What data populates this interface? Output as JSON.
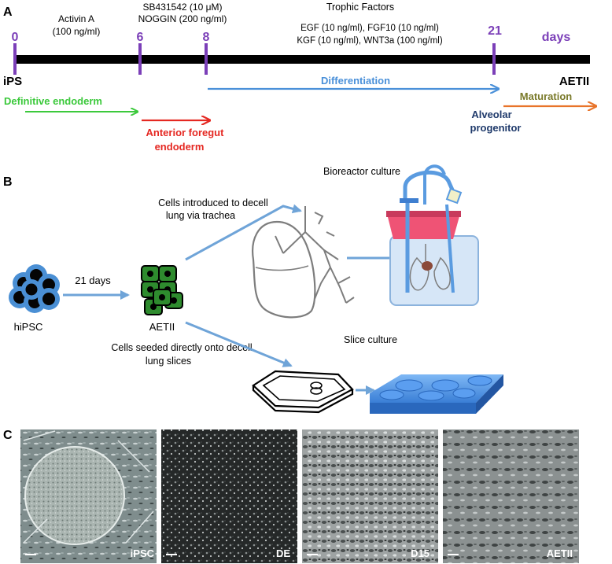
{
  "panel_a": {
    "letter": "A",
    "timepoints": [
      "0",
      "6",
      "8",
      "21"
    ],
    "unit": "days",
    "start_label": "iPS",
    "end_label": "AETII",
    "treatments": {
      "activin_line1": "Activin A",
      "activin_line2": "(100 ng/ml)",
      "sb_line1": "SB431542 (10 μM)",
      "sb_line2": "NOGGIN (200 ng/ml)",
      "trophic_title": "Trophic Factors",
      "trophic_line1": "EGF (10 ng/ml), FGF10 (10 ng/ml)",
      "trophic_line2": "KGF (10 ng/ml), WNT3a (100 ng/ml)"
    },
    "stages": {
      "definitive_endoderm": "Definitive endoderm",
      "anterior_line1": "Anterior foregut",
      "anterior_line2": "endoderm",
      "differentiation": "Differentiation",
      "alveolar_line1": "Alveolar",
      "alveolar_line2": "progenitor",
      "maturation": "Maturation"
    },
    "colors": {
      "timepoint": "#7b3fb8",
      "green": "#3cc93c",
      "red": "#e52822",
      "blue": "#4a90d9",
      "navy": "#1f3a6b",
      "olive": "#7a7a2a",
      "orange": "#e8742a"
    }
  },
  "panel_b": {
    "letter": "B",
    "hipsc_label": "hiPSC",
    "days_label": "21 days",
    "aetii_label": "AETII",
    "trachea_line1": "Cells introduced to decell",
    "trachea_line2": "lung via trachea",
    "bioreactor_label": "Bioreactor culture",
    "seeded_line1": "Cells seeded directly onto decell",
    "seeded_line2": "lung slices",
    "slice_label": "Slice culture"
  },
  "panel_c": {
    "letter": "C",
    "micrographs": [
      "iPSC",
      "DE",
      "D15",
      "AETII"
    ]
  }
}
